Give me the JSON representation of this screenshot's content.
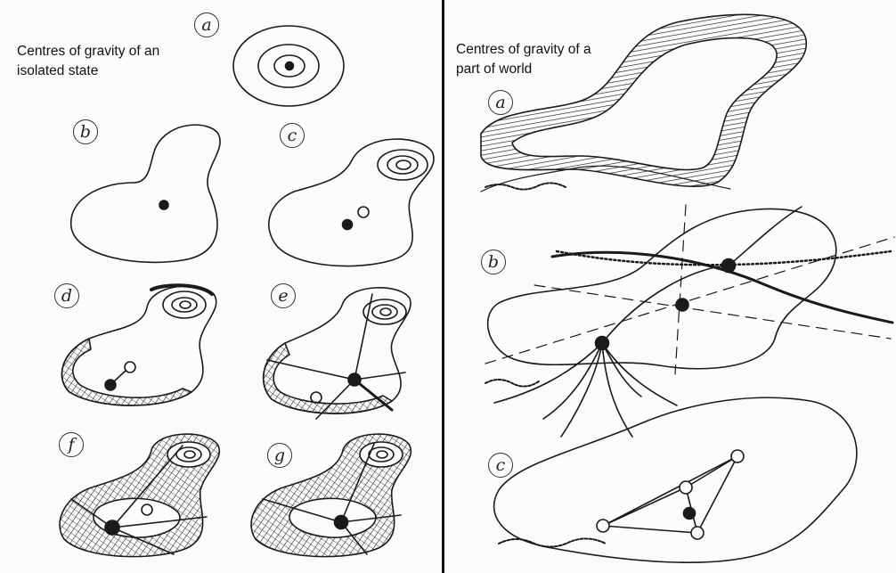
{
  "left_panel": {
    "title_line1": "Centres of gravity of an",
    "title_line2": "isolated state",
    "stages": [
      {
        "label": "a"
      },
      {
        "label": "b"
      },
      {
        "label": "c"
      },
      {
        "label": "d"
      },
      {
        "label": "e"
      },
      {
        "label": "f"
      },
      {
        "label": "g"
      }
    ]
  },
  "right_panel": {
    "title_line1": "Centres of gravity of a",
    "title_line2": "part of world",
    "stages": [
      {
        "label": "a"
      },
      {
        "label": "b"
      },
      {
        "label": "c"
      }
    ]
  },
  "colors": {
    "ink": "#1a1a1a",
    "background": "#fbfbfa"
  }
}
